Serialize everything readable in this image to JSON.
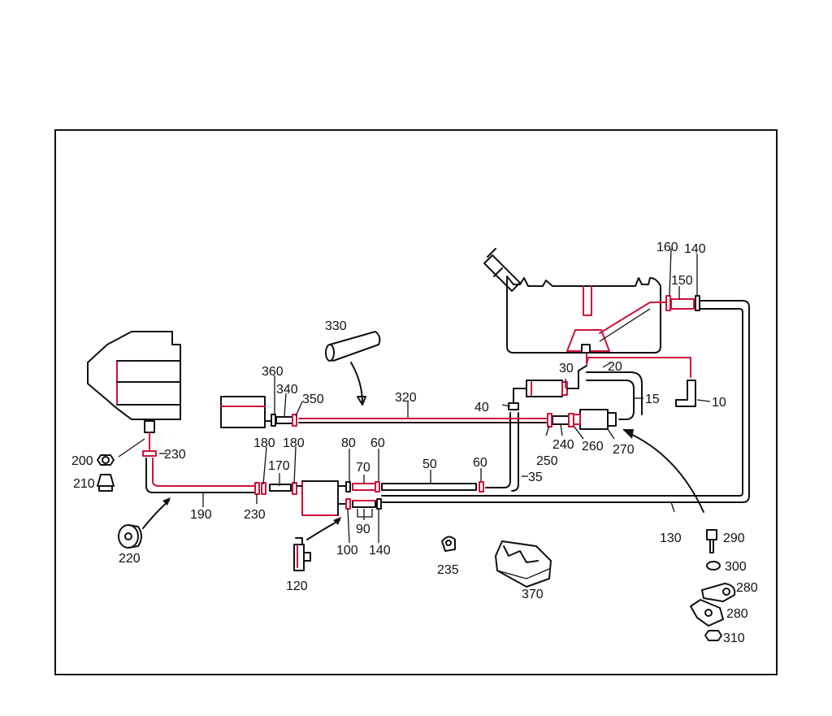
{
  "colors": {
    "accent": "#d0103a",
    "line": "#111111",
    "background": "#ffffff"
  },
  "labels": {
    "l10": "10",
    "l15": "15",
    "l20": "20",
    "l30": "30",
    "l35": "35",
    "l40": "40",
    "l50": "50",
    "l60a": "60",
    "l60b": "60",
    "l70": "70",
    "l80": "80",
    "l90": "90",
    "l100": "100",
    "l120": "120",
    "l130": "130",
    "l140a": "140",
    "l140b": "140",
    "l150": "150",
    "l160": "160",
    "l170": "170",
    "l180a": "180",
    "l180b": "180",
    "l190": "190",
    "l200": "200",
    "l210": "210",
    "l220": "220",
    "l230a": "230",
    "l230b": "230",
    "l235": "235",
    "l240": "240",
    "l250": "250",
    "l260": "260",
    "l270": "270",
    "l280a": "280",
    "l280b": "280",
    "l290": "290",
    "l300": "300",
    "l310": "310",
    "l320": "320",
    "l330": "330",
    "l340": "340",
    "l350": "350",
    "l360": "360",
    "l370": "370"
  }
}
